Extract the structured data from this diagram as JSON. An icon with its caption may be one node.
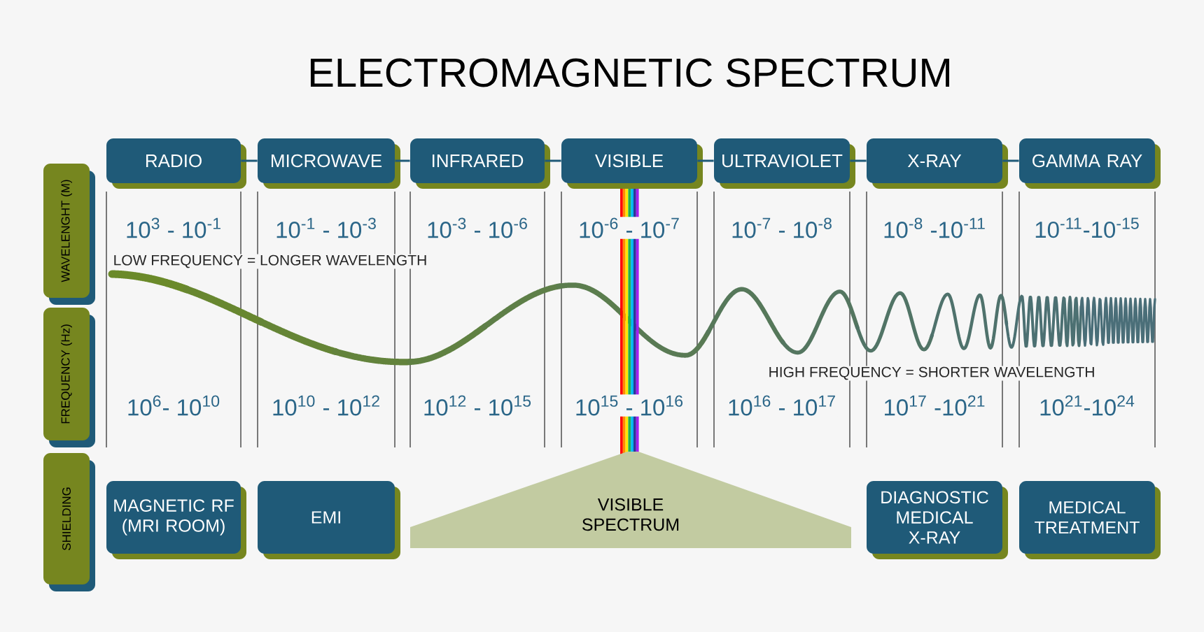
{
  "diagram": {
    "title": "ELECTROMAGNETIC SPECTRUM",
    "nodes": [
      {
        "text": [
          "RADIO"
        ]
      },
      {
        "text": [
          "MICROWAVE"
        ]
      },
      {
        "text": [
          "INFRARED"
        ]
      },
      {
        "text": [
          "VISIBLE"
        ]
      },
      {
        "text": [
          "ULTRAVIOLET"
        ]
      },
      {
        "text": [
          "X-RAY"
        ]
      },
      {
        "text": [
          "GAMMA RAY"
        ]
      },
      {
        "text": [
          "WAVELENGHT (M)"
        ]
      },
      {
        "text": [
          "FREQUENCY (Hz)"
        ]
      },
      {
        "text": [
          "SHIELDING"
        ]
      },
      {
        "text": [
          "MAGNETIC RF (MRI ROOM)"
        ]
      },
      {
        "text": [
          "EMI"
        ]
      },
      {
        "text": [
          "VISIBLE SPECTRUM"
        ]
      },
      {
        "text": [
          "DIAGNOSTIC MEDICAL X-RAY"
        ]
      },
      {
        "text": [
          "MEDICAL TREATMENT"
        ]
      }
    ],
    "edges": [
      {
        "from": 0,
        "to": 1,
        "arrow": "none"
      },
      {
        "from": 1,
        "to": 2,
        "arrow": "none"
      },
      {
        "from": 2,
        "to": 3,
        "arrow": "none"
      },
      {
        "from": 3,
        "to": 4,
        "arrow": "none"
      },
      {
        "from": 4,
        "to": 5,
        "arrow": "none"
      },
      {
        "from": 5,
        "to": 6,
        "arrow": "none"
      }
    ],
    "labels": [
      "10$^{3}$ - 10$^{-1}$",
      "10$^{-1}$ - 10$^{-3}$",
      "10$^{-3}$ - 10$^{-6}$",
      "10$^{-6}$ - 10$^{-7}$",
      "10$^{-7}$ - 10$^{-8}$",
      "10$^{-8}$ -10$^{-11}$",
      "10$^{-11}$-10$^{-15}$",
      "LOW FREQUENCY = LONGER WAVELENGTH",
      "HIGH FREQUENCY = SHORTER WAVELENGTH",
      "10$^{6}$- 10$^{10}$",
      "10$^{10}$ - 10$^{12}$",
      "10$^{12}$ - 10$^{15}$",
      "10$^{15}$ - 10$^{16}$",
      "10$^{16}$ - 10$^{17}$",
      "10$^{17}$ -10$^{21}$",
      "10$^{21}$-10$^{24}$"
    ]
  }
}
